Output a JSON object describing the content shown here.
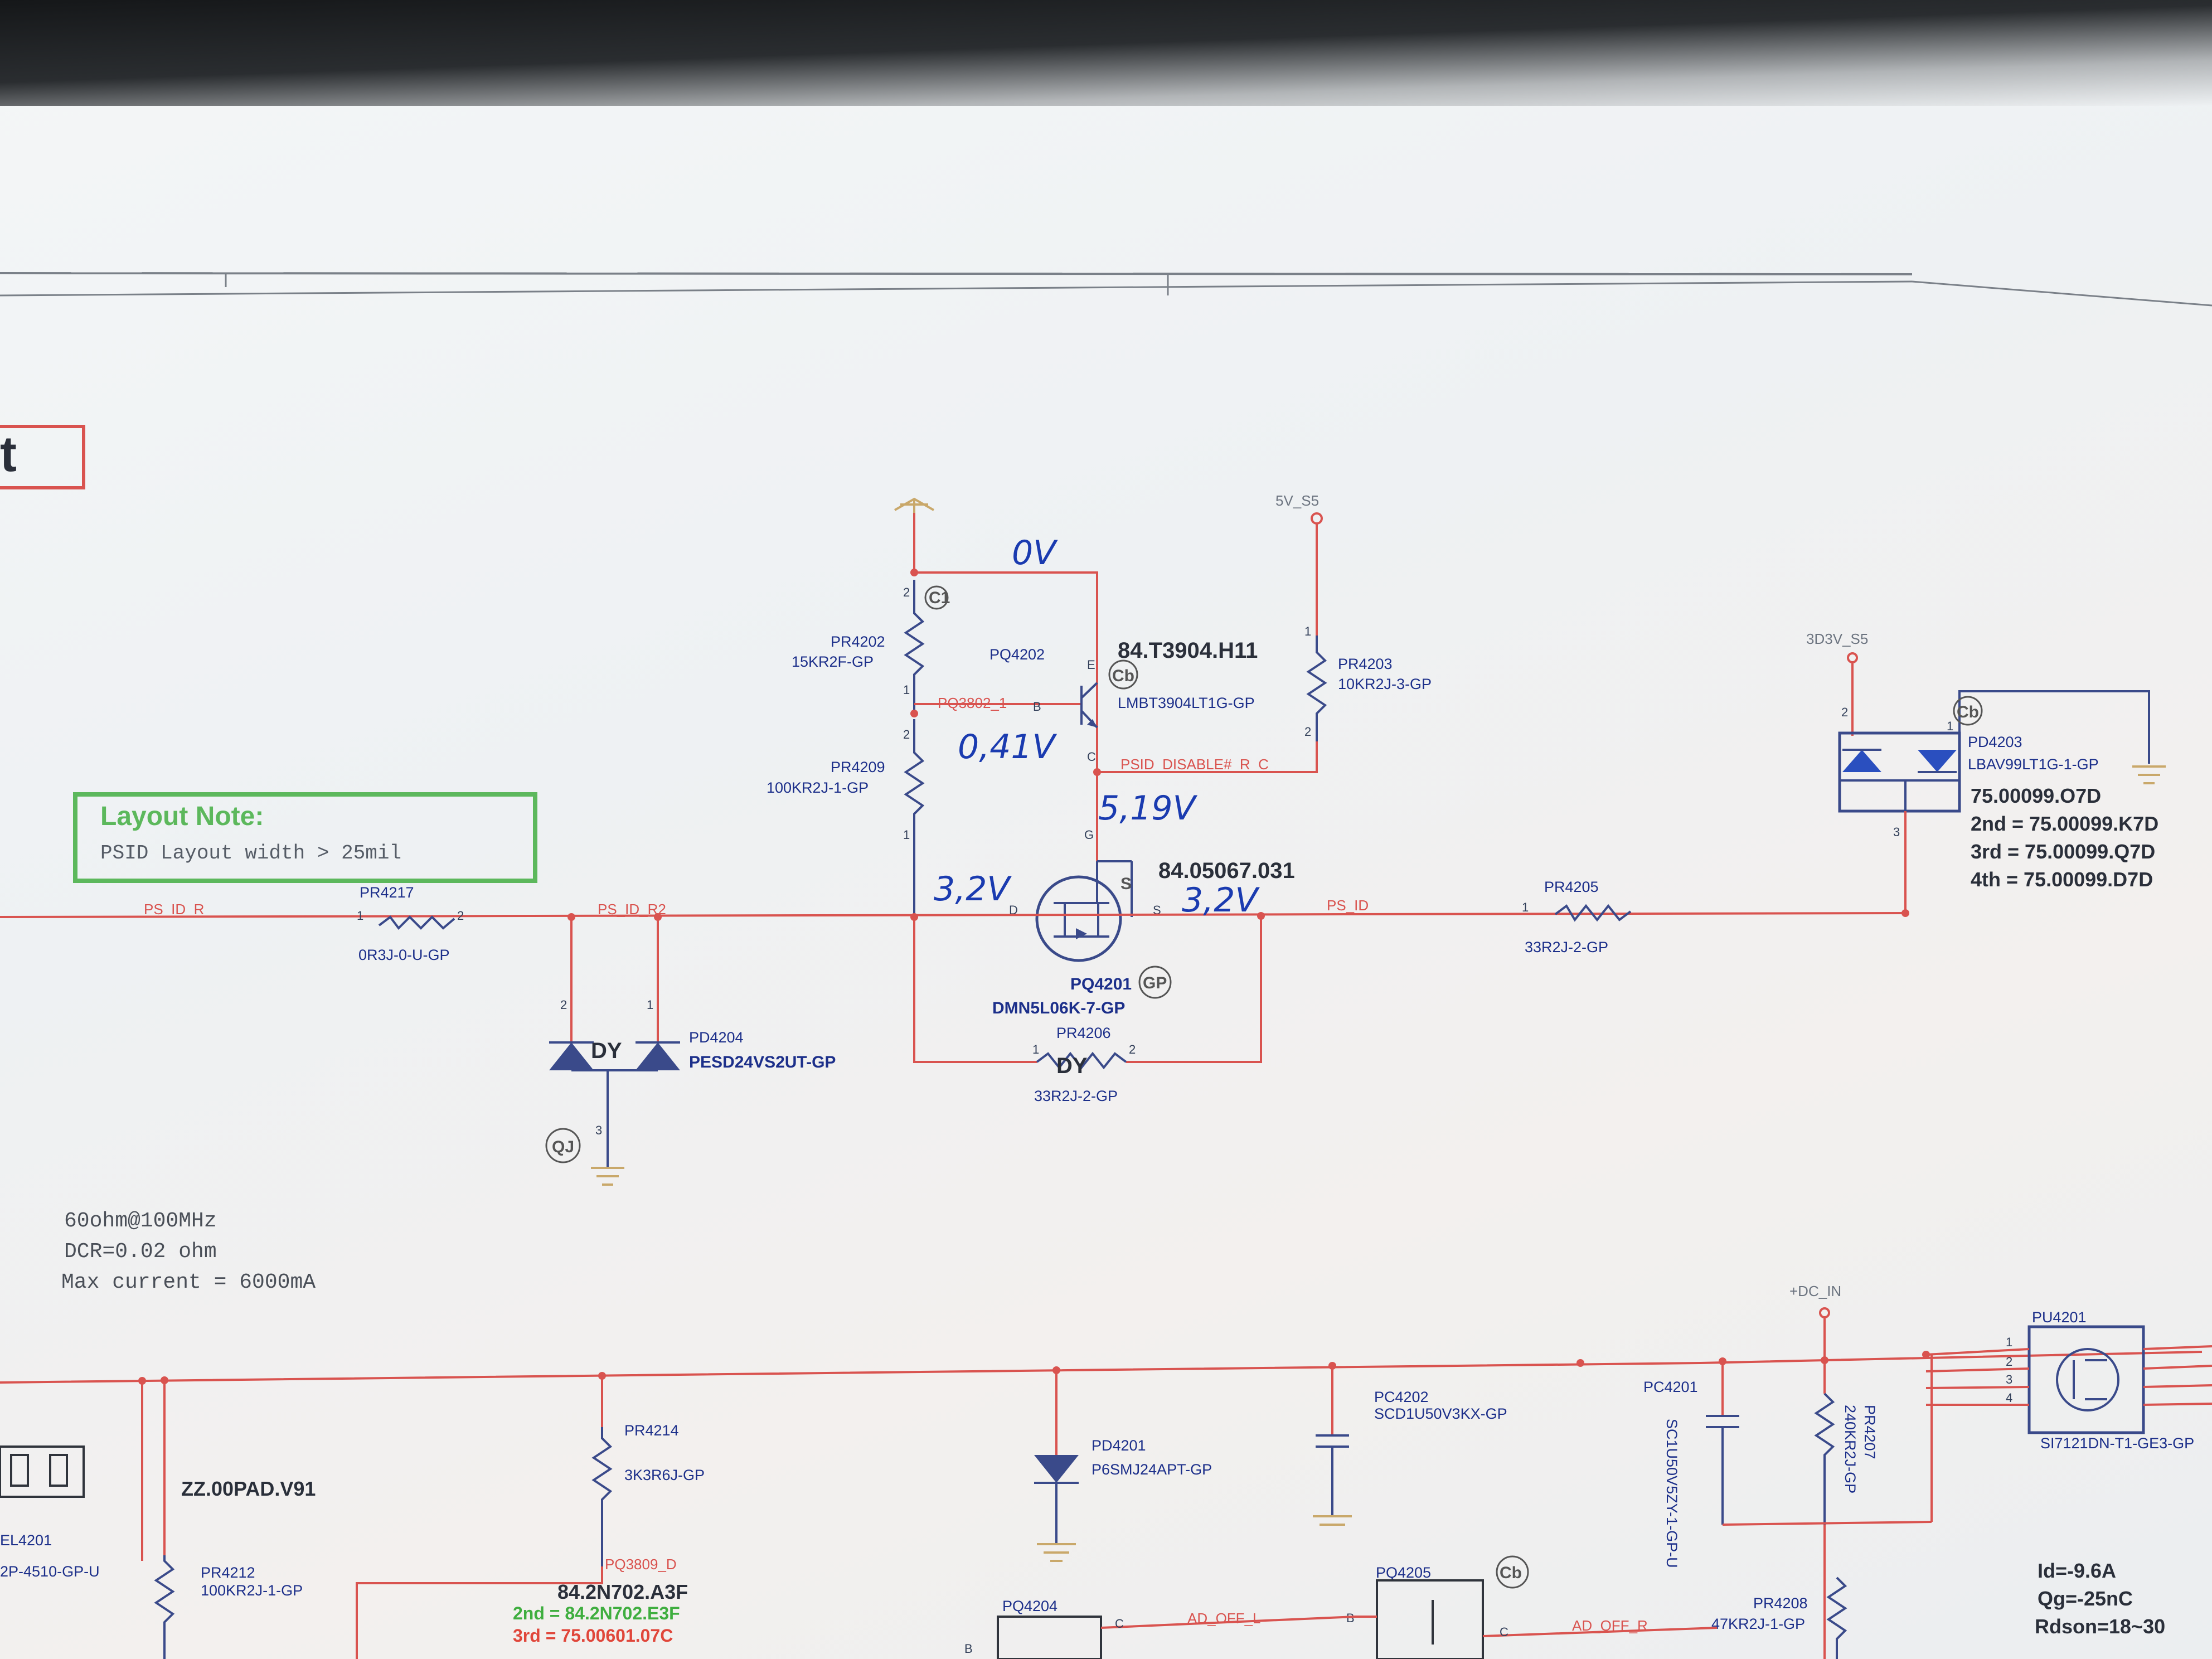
{
  "title_fragment": "t",
  "rails": {
    "v5": "5V_S5",
    "v3": "3D3V_S5",
    "dcin": "+DC_IN"
  },
  "nets": {
    "ps_id_r": "PS_ID_R",
    "ps_id_r2": "PS_ID_R2",
    "ps_id": "PS_ID",
    "pq3802_1": "PQ3802_1",
    "psid_disable": "PSID_DISABLE#_R_C",
    "pq3809_d": "PQ3809_D",
    "ad_off_l": "AD_OFF_L",
    "ad_off_r": "AD_OFF_R"
  },
  "parts": {
    "pr4202": {
      "ref": "PR4202",
      "value": "15KR2F-GP"
    },
    "pr4209": {
      "ref": "PR4209",
      "value": "100KR2J-1-GP"
    },
    "pq4202": {
      "ref": "PQ4202",
      "pn": "84.T3904.H11",
      "value": "LMBT3904LT1G-GP"
    },
    "pr4203": {
      "ref": "PR4203",
      "value": "10KR2J-3-GP"
    },
    "pq4201": {
      "ref": "PQ4201",
      "pn": "84.05067.031",
      "value": "DMN5L06K-7-GP"
    },
    "pr4206": {
      "ref": "PR4206",
      "value": "33R2J-2-GP",
      "dy": "DY"
    },
    "pr4217": {
      "ref": "PR4217",
      "value": "0R3J-0-U-GP"
    },
    "pd4204": {
      "ref": "PD4204",
      "value": "PESD24VS2UT-GP",
      "dy": "DY"
    },
    "pr4205": {
      "ref": "PR4205",
      "value": "33R2J-2-GP"
    },
    "pd4203": {
      "ref": "PD4203",
      "value": "LBAV99LT1G-1-GP",
      "pn": "75.00099.O7D",
      "alt2": "2nd = 75.00099.K7D",
      "alt3": "3rd = 75.00099.Q7D",
      "alt4": "4th = 75.00099.D7D"
    },
    "pr4214": {
      "ref": "PR4214",
      "value": "3K3R6J-GP"
    },
    "pr4212": {
      "ref": "PR4212",
      "value": "100KR2J-1-GP"
    },
    "pq3809": {
      "pn": "84.2N702.A3F",
      "alt2": "2nd = 84.2N702.E3F",
      "alt3": "3rd = 75.00601.07C"
    },
    "pd4201": {
      "ref": "PD4201",
      "value": "P6SMJ24APT-GP"
    },
    "pc4202": {
      "ref": "PC4202",
      "value": "SCD1U50V3KX-GP"
    },
    "pc4201": {
      "ref": "PC4201",
      "value": "SC1U50V5ZY-1-GP-U"
    },
    "pr4207": {
      "ref": "PR4207",
      "value": "240KR2J-GP"
    },
    "pu4201": {
      "ref": "PU4201",
      "value": "SI7121DN-T1-GE3-GP"
    },
    "pq4205": {
      "ref": "PQ4205"
    },
    "pq4204": {
      "ref": "PQ4204"
    },
    "pr4208": {
      "ref": "PR4208",
      "value": "47KR2J-1-GP"
    },
    "el4201": {
      "ref": "EL4201",
      "value": "2P-4510-GP-U"
    },
    "zz": {
      "pn": "ZZ.00PAD.V91"
    }
  },
  "handwritten": {
    "v_top": "0V",
    "v_base": "0,41V",
    "v_coll": "5,19V",
    "v_drain": "3,2V",
    "v_source": "3,2V"
  },
  "layout_note": {
    "title": "Layout Note:",
    "text": "PSID Layout width > 25mil"
  },
  "inductor_note": [
    "60ohm@100MHz",
    "DCR=0.02 ohm",
    "Max current = 6000mA"
  ],
  "mosfet_note": [
    "Id=-9.6A",
    "Qg=-25nC",
    "Rdson=18~30"
  ],
  "badges": {
    "c1": "C1",
    "cb": "Cb",
    "gp": "GP",
    "qj": "QJ"
  }
}
